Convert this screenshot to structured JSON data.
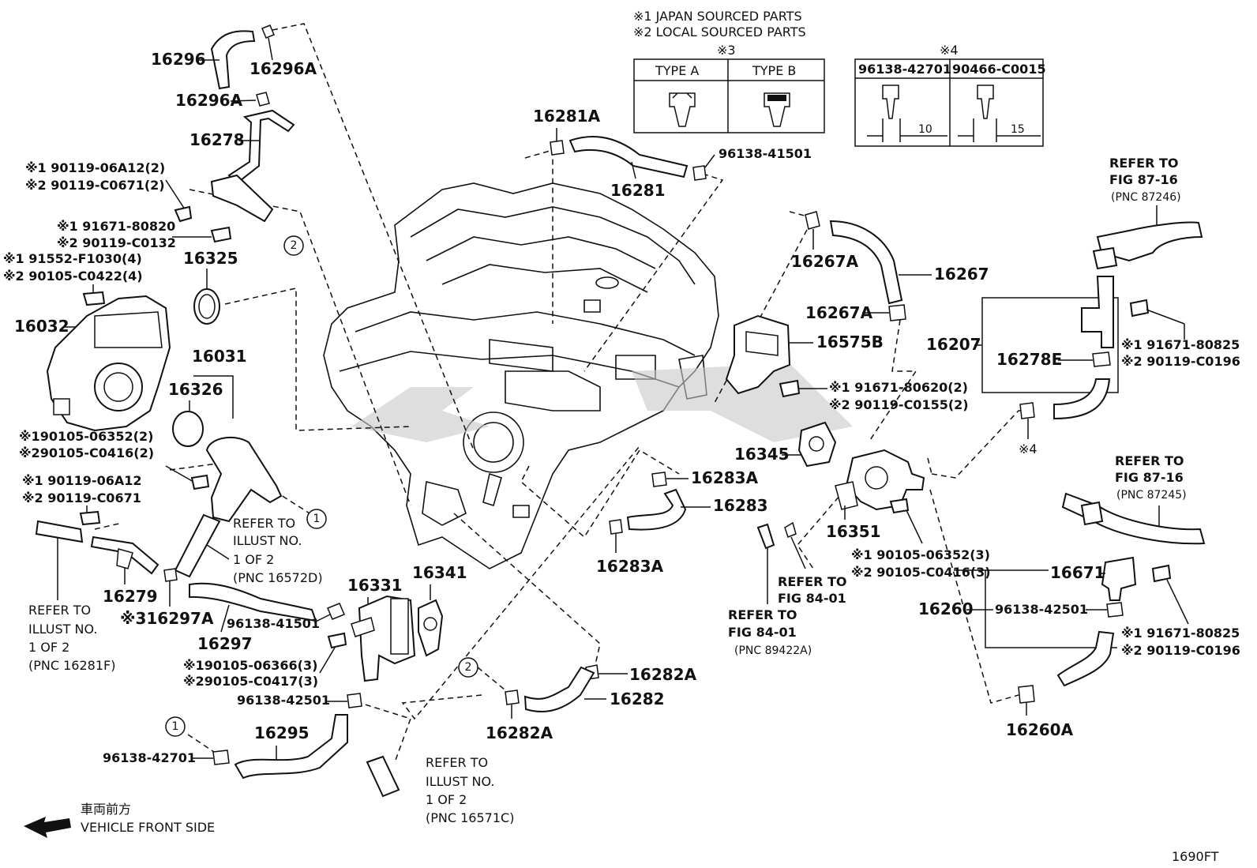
{
  "legend": {
    "japan": "※1  JAPAN SOURCED PARTS",
    "local": "※2  LOCAL SOURCED PARTS"
  },
  "type_table": {
    "mark": "※3",
    "col_a": "TYPE A",
    "col_b": "TYPE B"
  },
  "clamp_table": {
    "mark": "※4",
    "col_a": "96138-42701",
    "col_b": "90466-C0015",
    "dim_a": "10",
    "dim_b": "15"
  },
  "labels": {
    "p16296": "16296",
    "p16296A_top": "16296A",
    "p16296A_mid": "16296A",
    "p16278": "16278",
    "f1_a": "※1 90119-06A12(2)",
    "f1_b": "※2 90119-C0671(2)",
    "f2_a": "※1 91671-80820",
    "f2_b": "※2 90119-C0132",
    "f3_a": "※1 91552-F1030(4)",
    "f3_b": "※2 90105-C0422(4)",
    "p16325": "16325",
    "p16032": "16032",
    "p16031": "16031",
    "p16326": "16326",
    "f4_a": "※190105-06352(2)",
    "f4_b": "※290105-C0416(2)",
    "f5_a": "※1 90119-06A12",
    "f5_b": "※2 90119-C0671",
    "refer1_l1": "REFER TO",
    "refer1_l2": "ILLUST NO.",
    "refer1_l3": "1 OF 2",
    "refer1_l4": "(PNC 16572D)",
    "refer2_l1": "REFER TO",
    "refer2_l2": "ILLUST NO.",
    "refer2_l3": "1 OF 2",
    "refer2_l4": "(PNC 16281F)",
    "p16279": "16279",
    "p16297A": "※316297A",
    "p16297": "16297",
    "c96138_41501_a": "96138-41501",
    "p16331": "16331",
    "f6_a": "※190105-06366(3)",
    "f6_b": "※290105-C0417(3)",
    "c96138_42501_a": "96138-42501",
    "p16295": "16295",
    "c96138_42701": "96138-42701",
    "refer3_l1": "REFER TO",
    "refer3_l2": "ILLUST NO.",
    "refer3_l3": "1 OF 2",
    "refer3_l4": "(PNC 16571C)",
    "front_jp": "車両前方",
    "front_en": "VEHICLE FRONT SIDE",
    "p16341": "16341",
    "p16281A": "16281A",
    "p16281": "16281",
    "c96138_41501_b": "96138-41501",
    "p16267A_a": "16267A",
    "p16267": "16267",
    "p16267A_b": "16267A",
    "p16575B": "16575B",
    "f7_a": "※1 91671-80620(2)",
    "f7_b": "※2 90119-C0155(2)",
    "p16345": "16345",
    "p16283A_a": "16283A",
    "p16283": "16283",
    "p16283A_b": "16283A",
    "p16351": "16351",
    "f8_a": "※1 90105-06352(3)",
    "f8_b": "※2 90105-C0416(3)",
    "refer4_l1": "REFER TO",
    "refer4_l2": "FIG 84-01",
    "refer5_l1": "REFER TO",
    "refer5_l2": "FIG 84-01",
    "refer5_l3": "(PNC 89422A)",
    "p16282A_a": "16282A",
    "p16282": "16282",
    "p16282A_b": "16282A",
    "refer6_l1": "REFER TO",
    "refer6_l2": "FIG 87-16",
    "refer6_l3": "(PNC 87246)",
    "p16207": "16207",
    "p16278E": "16278E",
    "f9_a": "※1 91671-80825",
    "f9_b": "※2 90119-C0196",
    "mark4": "※4",
    "refer7_l1": "REFER TO",
    "refer7_l2": "FIG 87-16",
    "refer7_l3": "(PNC 87245)",
    "p16671": "16671",
    "p16260": "16260",
    "c96138_42501_b": "96138-42501",
    "f10_a": "※1 91671-80825",
    "f10_b": "※2 90119-C0196",
    "p16260A": "16260A",
    "fig_code": "1690FT"
  },
  "callouts": {
    "c1": "1",
    "c2": "2"
  }
}
